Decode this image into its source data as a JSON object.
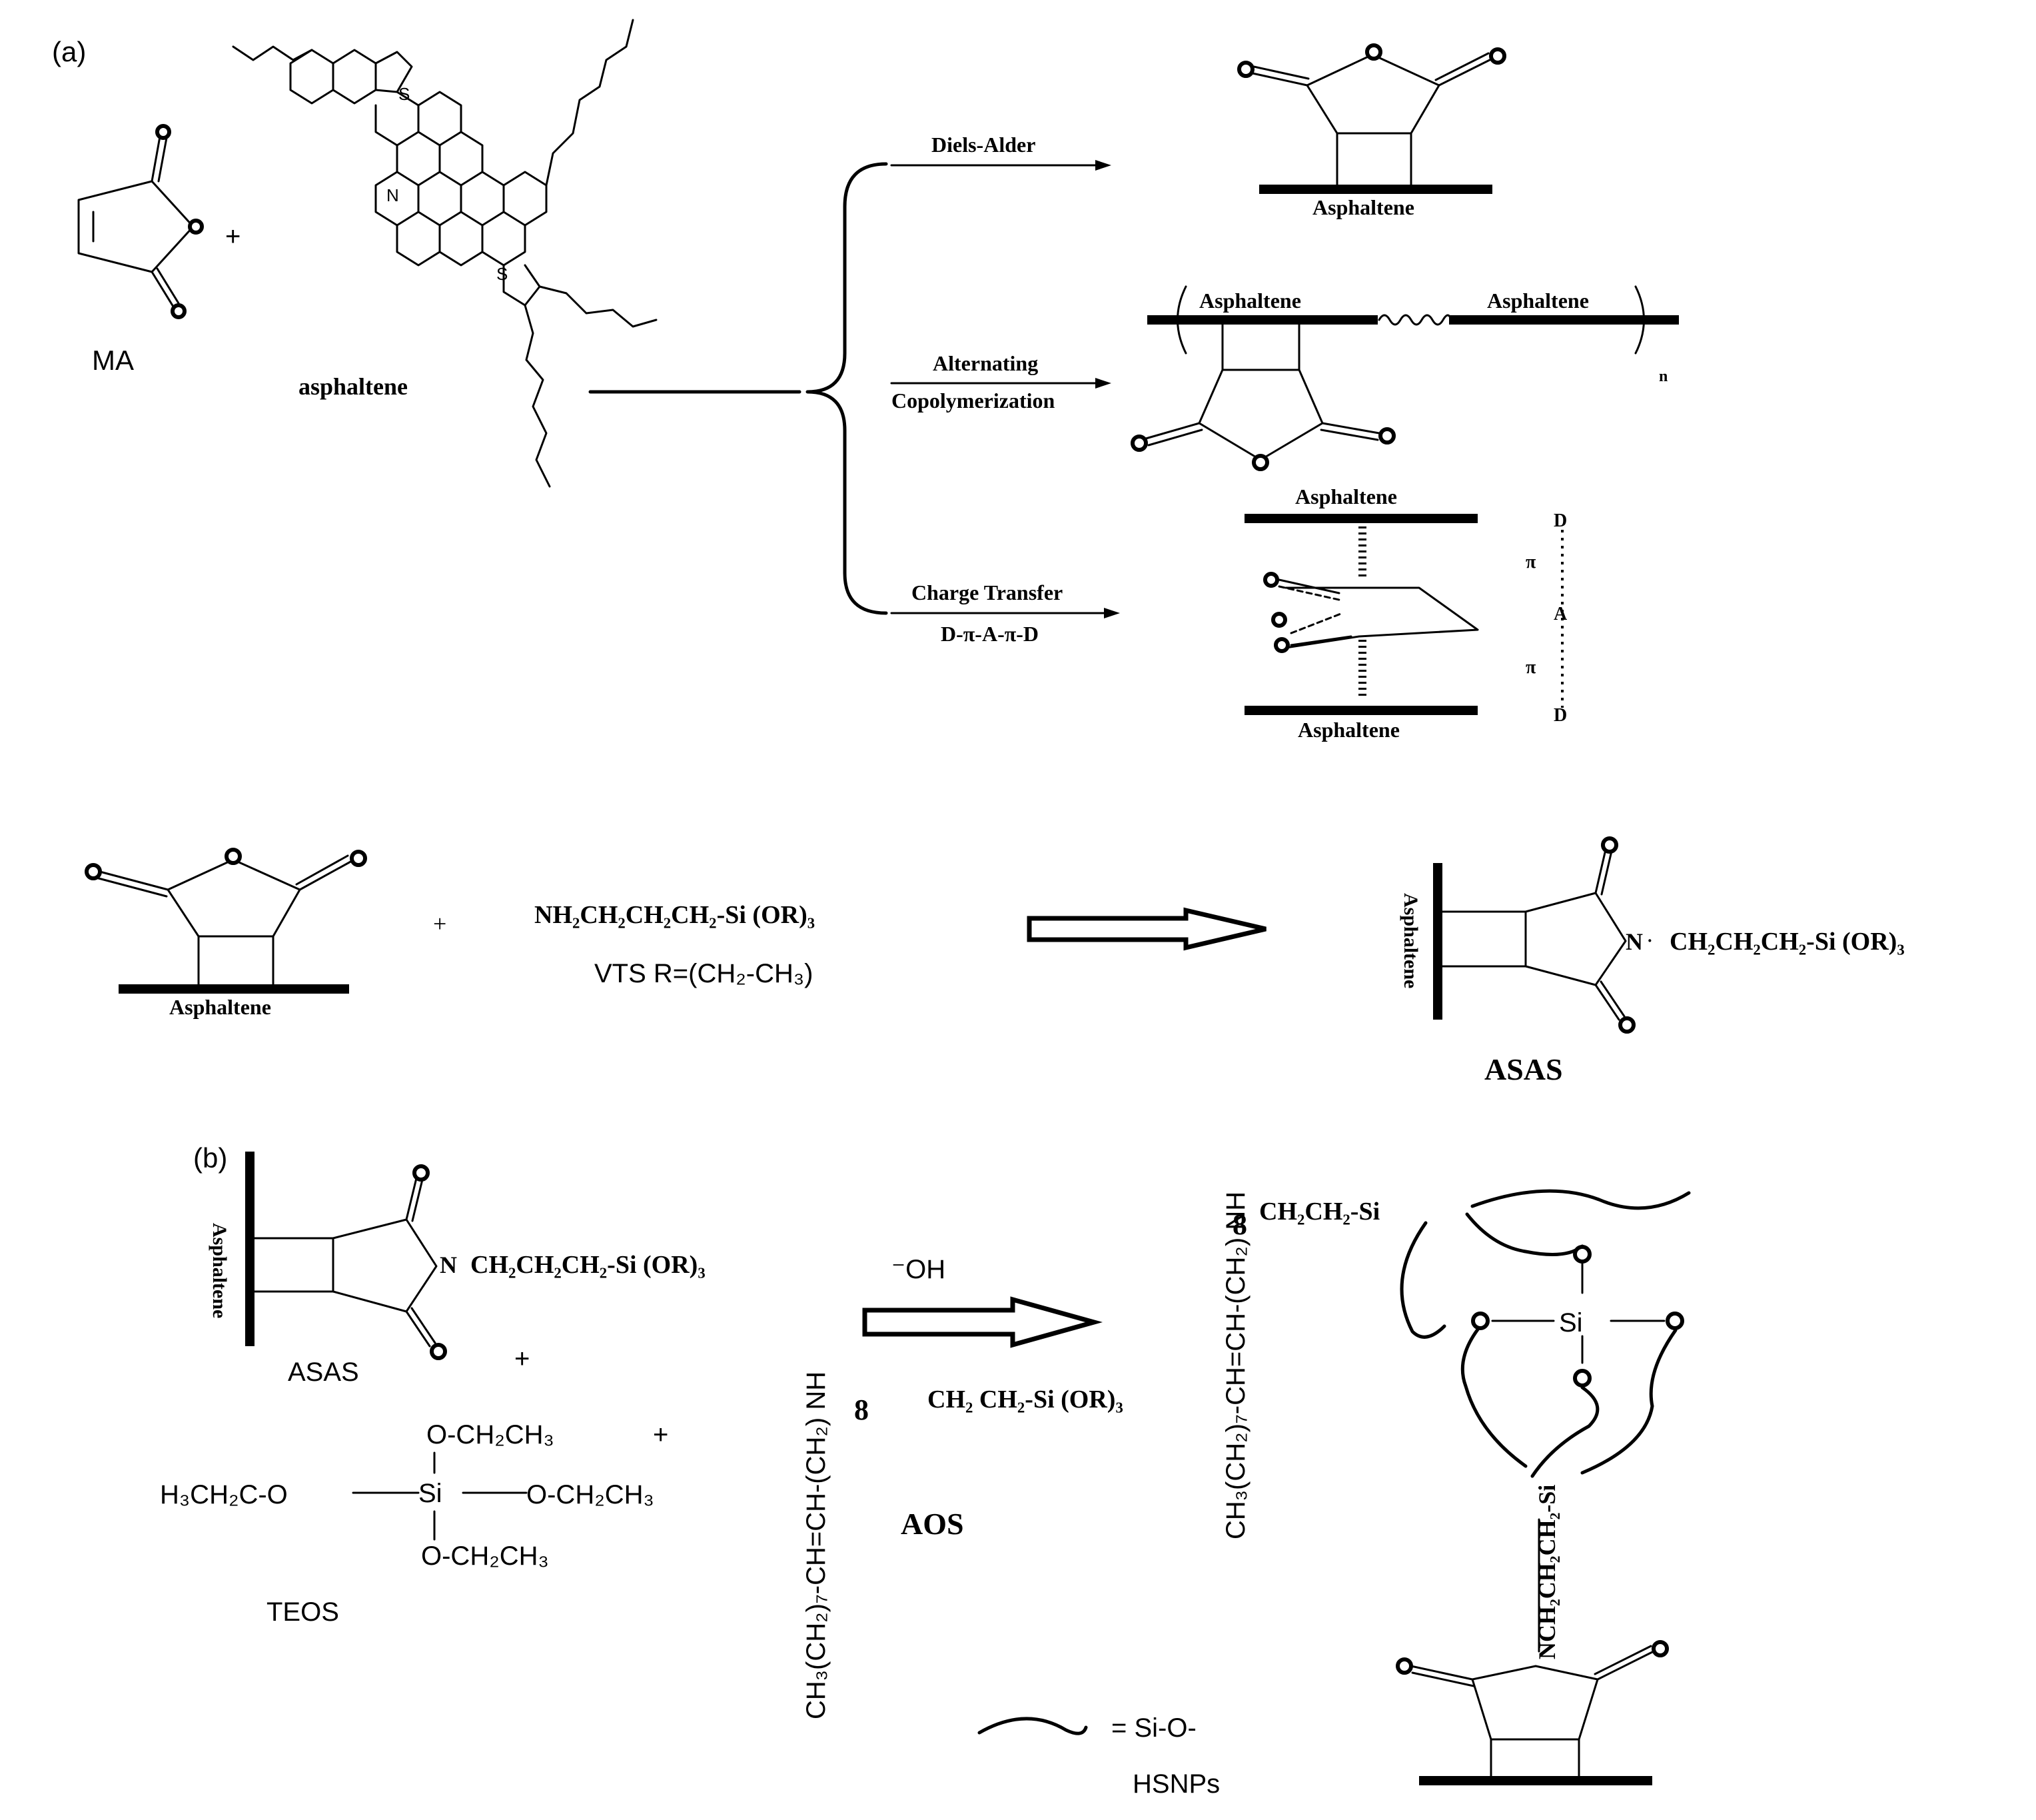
{
  "panel_a": {
    "label": "(a)",
    "ma_label": "MA",
    "asphaltene_label": "asphaltene",
    "plus": "+",
    "routes": [
      {
        "name": "diels-alder",
        "text": "Diels-Alder"
      },
      {
        "name": "alternating",
        "text": "Alternating"
      },
      {
        "name": "copolymerization",
        "text": "Copolymerization"
      },
      {
        "name": "charge-transfer",
        "text": "Charge Transfer"
      },
      {
        "name": "d-pi-a",
        "text": "D-π-A-π-D"
      }
    ],
    "asphaltene_word": "Asphaltene",
    "polymer_n": "n",
    "ct_labels": {
      "d": "D",
      "pi": "π",
      "a": "A"
    },
    "step2": {
      "plus": "+",
      "vts_formula_main": "NH₂CH₂CH₂CH₂-Si (OR)₃",
      "vts_label": "VTS  R=(CH₂-CH₃)",
      "product_chain": "CH₂CH₂CH₂-Si (OR)₃",
      "product_label": "ASAS"
    }
  },
  "panel_b": {
    "label": "(b)",
    "asas_label": "ASAS",
    "asas_chain": "CH₂CH₂CH₂-Si (OR)₃",
    "plus": "+",
    "teos": {
      "top": "O-CH₂CH₃",
      "left": "H₃CH₂C-O",
      "si": "Si",
      "right": "O-CH₂CH₃",
      "bottom": "O-CH₂CH₃",
      "label": "TEOS"
    },
    "oh": "⁻OH",
    "aos_vertical": "CH₃(CH₂)₇-CH=CH-(CH₂) NH",
    "aos_chain": "CH₂ CH₂-Si (OR)₃",
    "aos_label": "AOS",
    "legend_eq": "= Si-O-",
    "legend_label": "HSNPs",
    "product": {
      "vertical_chain": "CH₃(CH₂)₇-CH=CH-(CH₂) NH",
      "top_chain": "CH₂CH₂-Si",
      "si": "Si",
      "o": "O",
      "vertical_link": "NCH₂CH₂CH₂-Si"
    }
  }
}
